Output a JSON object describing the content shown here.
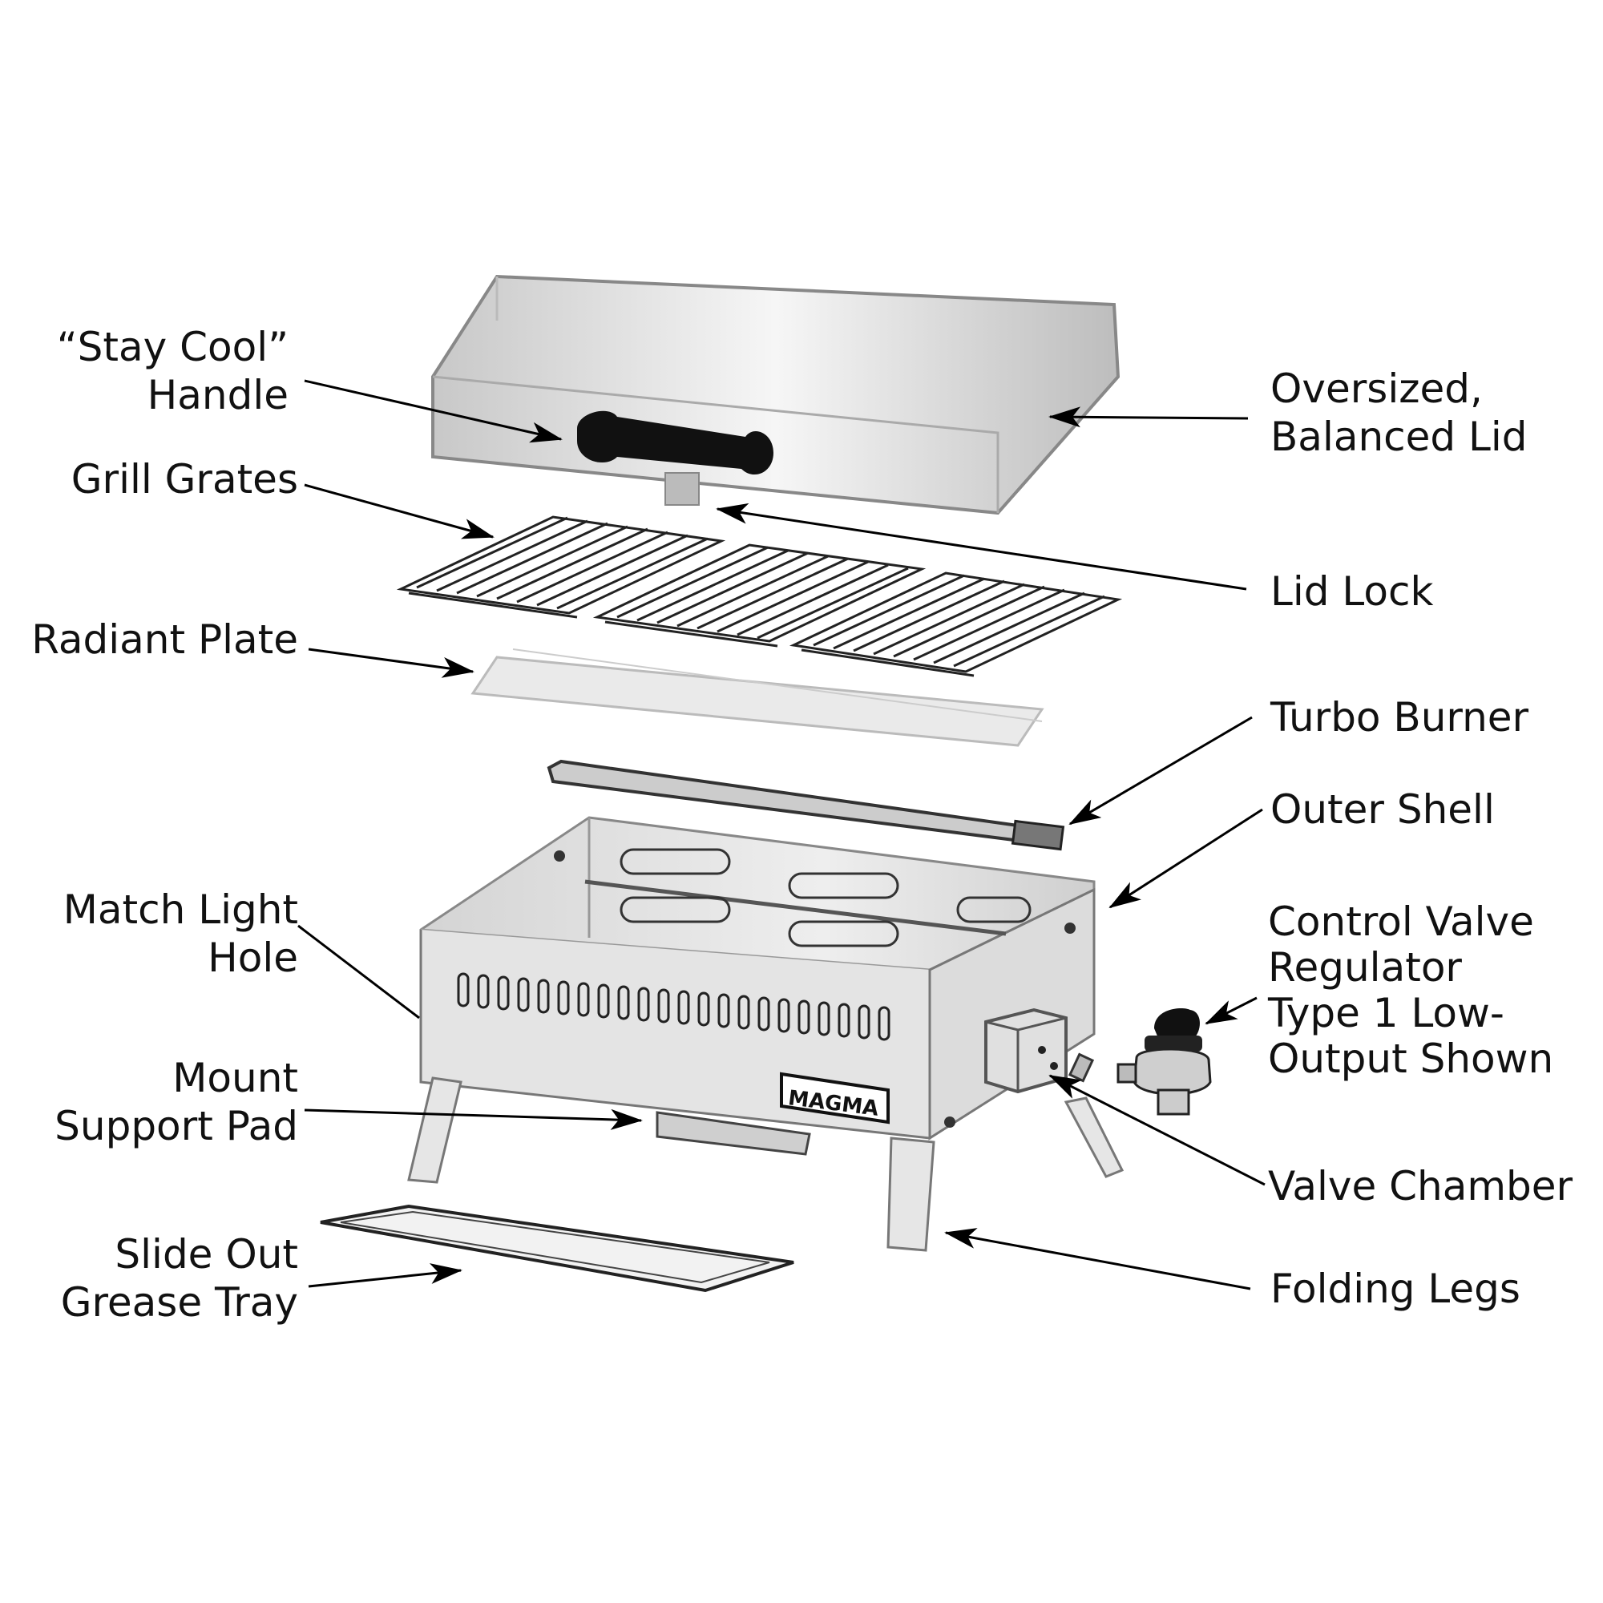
{
  "diagram": {
    "labels": {
      "stay_cool_handle": "“Stay Cool”\nHandle",
      "grill_grates": "Grill Grates",
      "radiant_plate": "Radiant Plate",
      "match_light_hole": "Match Light\nHole",
      "mount_support_pad": "Mount\nSupport Pad",
      "slide_out_grease_tray": "Slide Out\nGrease Tray",
      "oversized_balanced_lid": "Oversized,\nBalanced Lid",
      "lid_lock": "Lid Lock",
      "turbo_burner": "Turbo Burner",
      "outer_shell": "Outer Shell",
      "control_valve_regulator": "Control Valve\nRegulator\nType 1 Low-\nOutput Shown",
      "valve_chamber": "Valve Chamber",
      "folding_legs": "Folding Legs"
    },
    "brand_logo": "MAGMA"
  }
}
